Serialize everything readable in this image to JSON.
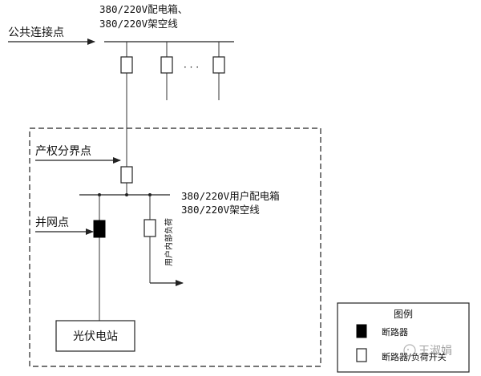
{
  "labels": {
    "pcc": "公共连接点",
    "dist_box_top_line1": "380/220V配电箱、",
    "dist_box_top_line2": "380/220V架空线",
    "ellipsis": "· · ·",
    "ownership_point": "产权分界点",
    "user_box_line1": "380/220V用户配电箱",
    "user_box_line2": "380/220V架空线",
    "grid_point": "并网点",
    "user_load": "用户内部负荷",
    "pv_station": "光伏电站"
  },
  "legend": {
    "title": "图例",
    "items": [
      {
        "symbol": "filled-box",
        "label": "断路器"
      },
      {
        "symbol": "open-box",
        "label": "断路器/负荷开关"
      }
    ]
  },
  "watermark": "王淑娟"
}
